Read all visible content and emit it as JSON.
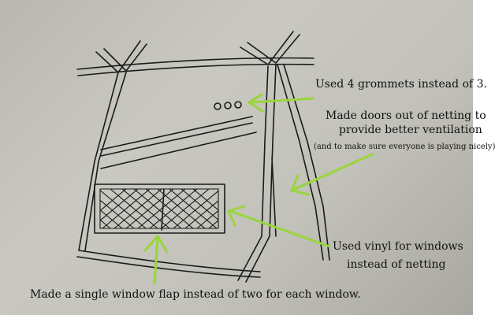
{
  "annotations": {
    "grommets": "Used 4 grommets instead of 3.",
    "doors_line1": "Made doors out of netting to",
    "doors_line2": "provide better ventilation",
    "doors_line3": "(and to make sure everyone is playing nicely)",
    "vinyl_line1": "Used vinyl for windows",
    "vinyl_line2": "instead of netting",
    "window_flap": "Made a single window flap instead of two for each window."
  },
  "colors": {
    "paper": "#c5c4bd",
    "ink": "#1a1a1a",
    "arrow": "#98d63a"
  }
}
